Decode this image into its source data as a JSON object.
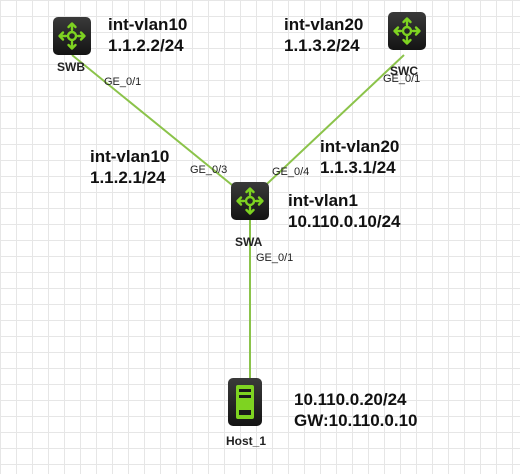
{
  "nodes": {
    "swb": {
      "label": "SWB",
      "line1": "int-vlan10",
      "line2": "1.1.2.2/24",
      "port": "GE_0/1"
    },
    "swc": {
      "label": "SWC",
      "line1": "int-vlan20",
      "line2": "1.1.3.2/24",
      "port": "GE_0/1"
    },
    "swa": {
      "label": "SWA",
      "line1": "int-vlan1",
      "line2": "10.110.0.10/24",
      "port_to_swb": "GE_0/3",
      "port_to_swc": "GE_0/4",
      "port_to_host": "GE_0/1",
      "vlan10_line1": "int-vlan10",
      "vlan10_line2": "1.1.2.1/24",
      "vlan20_line1": "int-vlan20",
      "vlan20_line2": "1.1.3.1/24"
    },
    "host1": {
      "label": "Host_1",
      "line1": "10.110.0.20/24",
      "line2": "GW:10.110.0.10"
    }
  },
  "colors": {
    "link": "#8bc34a",
    "device_icon": "#7ed321",
    "grid": "#e6e6e6"
  },
  "icons": {
    "switch": "router-arrows-icon",
    "host": "server-icon"
  }
}
